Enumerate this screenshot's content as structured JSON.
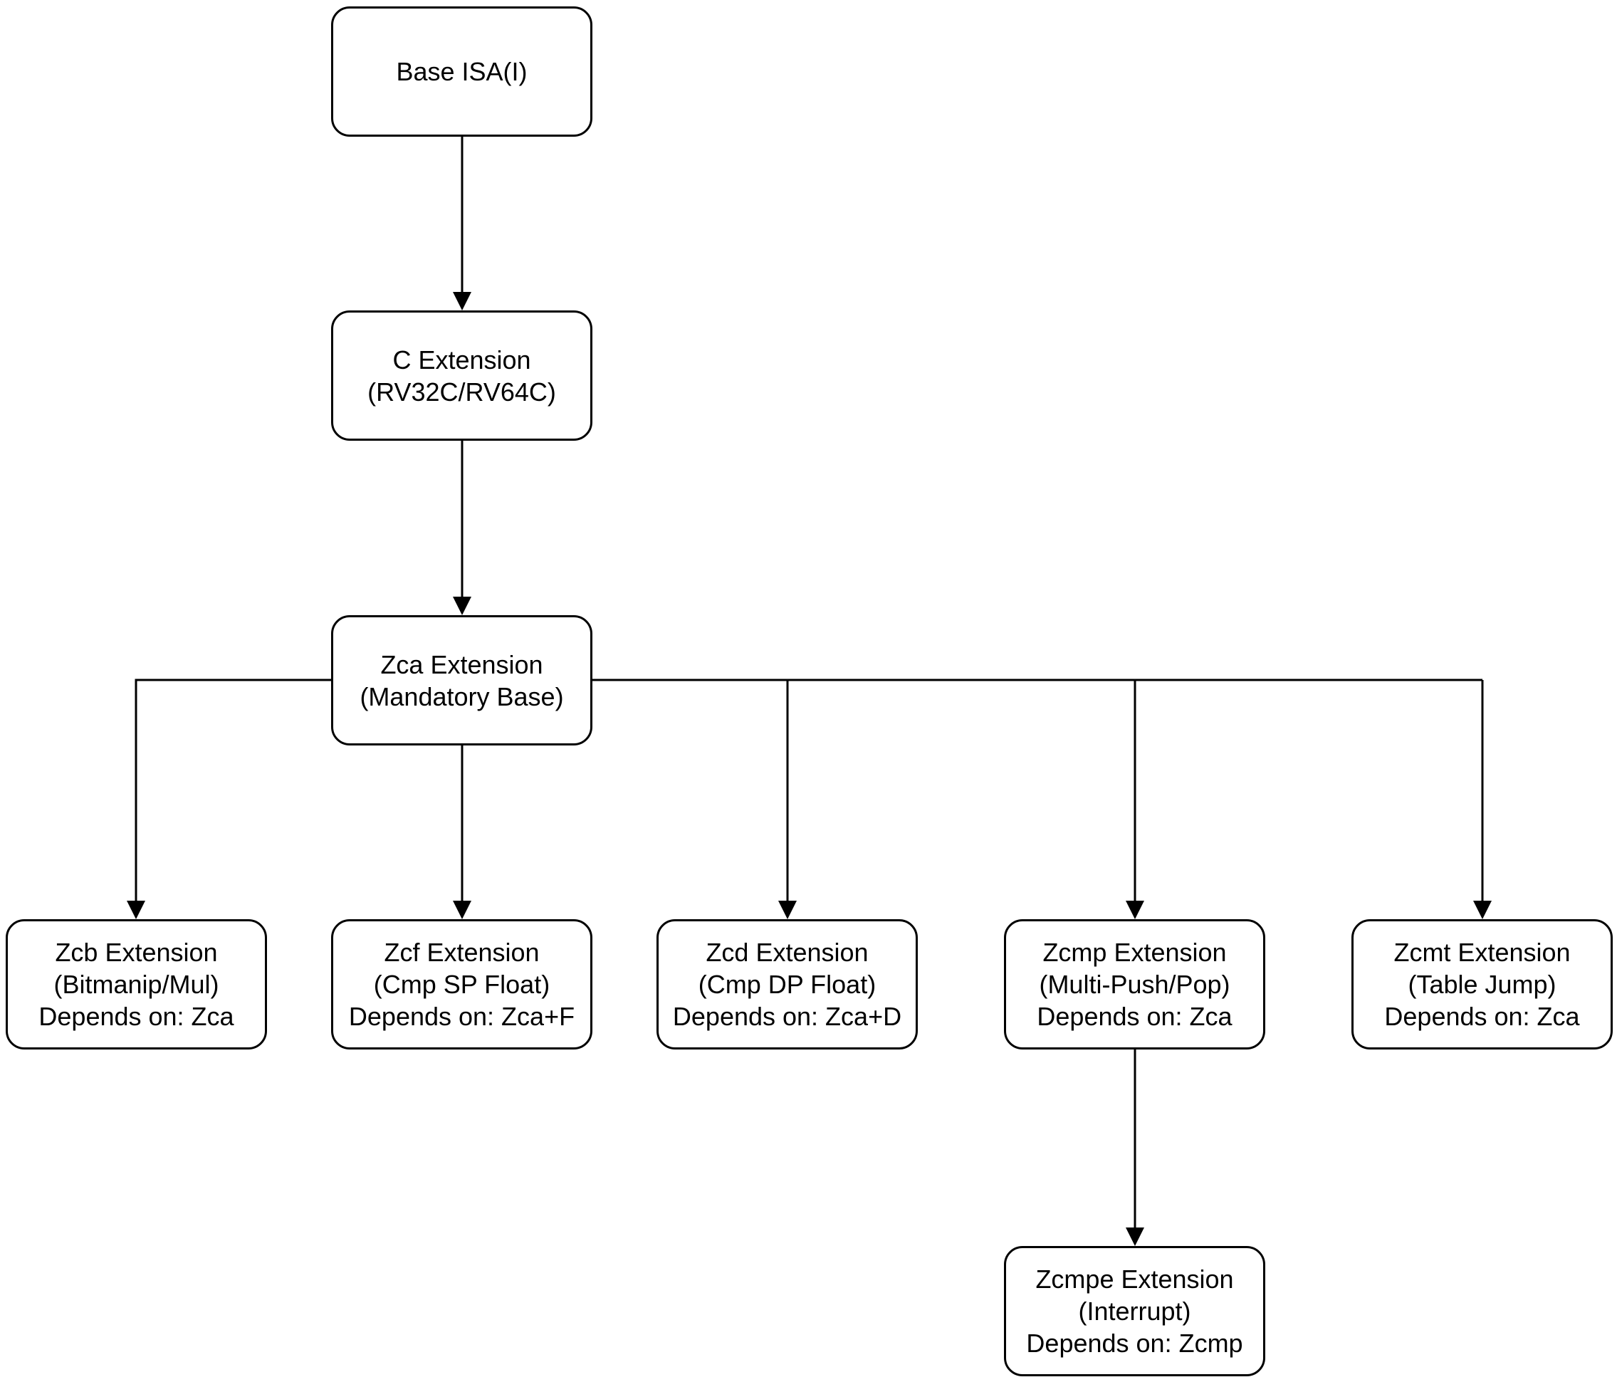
{
  "nodes": {
    "base": {
      "lines": [
        "Base ISA(I)"
      ]
    },
    "c": {
      "lines": [
        "C Extension",
        "(RV32C/RV64C)"
      ]
    },
    "zca": {
      "lines": [
        "Zca Extension",
        "(Mandatory Base)"
      ]
    },
    "zcb": {
      "lines": [
        "Zcb Extension",
        "(Bitmanip/Mul)",
        "Depends on: Zca"
      ]
    },
    "zcf": {
      "lines": [
        "Zcf Extension",
        "(Cmp SP Float)",
        "Depends on: Zca+F"
      ]
    },
    "zcd": {
      "lines": [
        "Zcd Extension",
        "(Cmp DP Float)",
        "Depends on: Zca+D"
      ]
    },
    "zcmp": {
      "lines": [
        "Zcmp Extension",
        "(Multi-Push/Pop)",
        "Depends on: Zca"
      ]
    },
    "zcmt": {
      "lines": [
        "Zcmt Extension",
        "(Table Jump)",
        "Depends on: Zca"
      ]
    },
    "zcmpe": {
      "lines": [
        "Zcmpe Extension",
        "(Interrupt)",
        "Depends on: Zcmp"
      ]
    }
  },
  "edges": [
    {
      "from": "base",
      "to": "c"
    },
    {
      "from": "c",
      "to": "zca"
    },
    {
      "from": "zca",
      "to": "zcb"
    },
    {
      "from": "zca",
      "to": "zcf"
    },
    {
      "from": "zca",
      "to": "zcd"
    },
    {
      "from": "zca",
      "to": "zcmp"
    },
    {
      "from": "zca",
      "to": "zcmt"
    },
    {
      "from": "zcmp",
      "to": "zcmpe"
    }
  ],
  "colors": {
    "stroke": "#000000",
    "fill": "#ffffff",
    "text": "#000000"
  }
}
